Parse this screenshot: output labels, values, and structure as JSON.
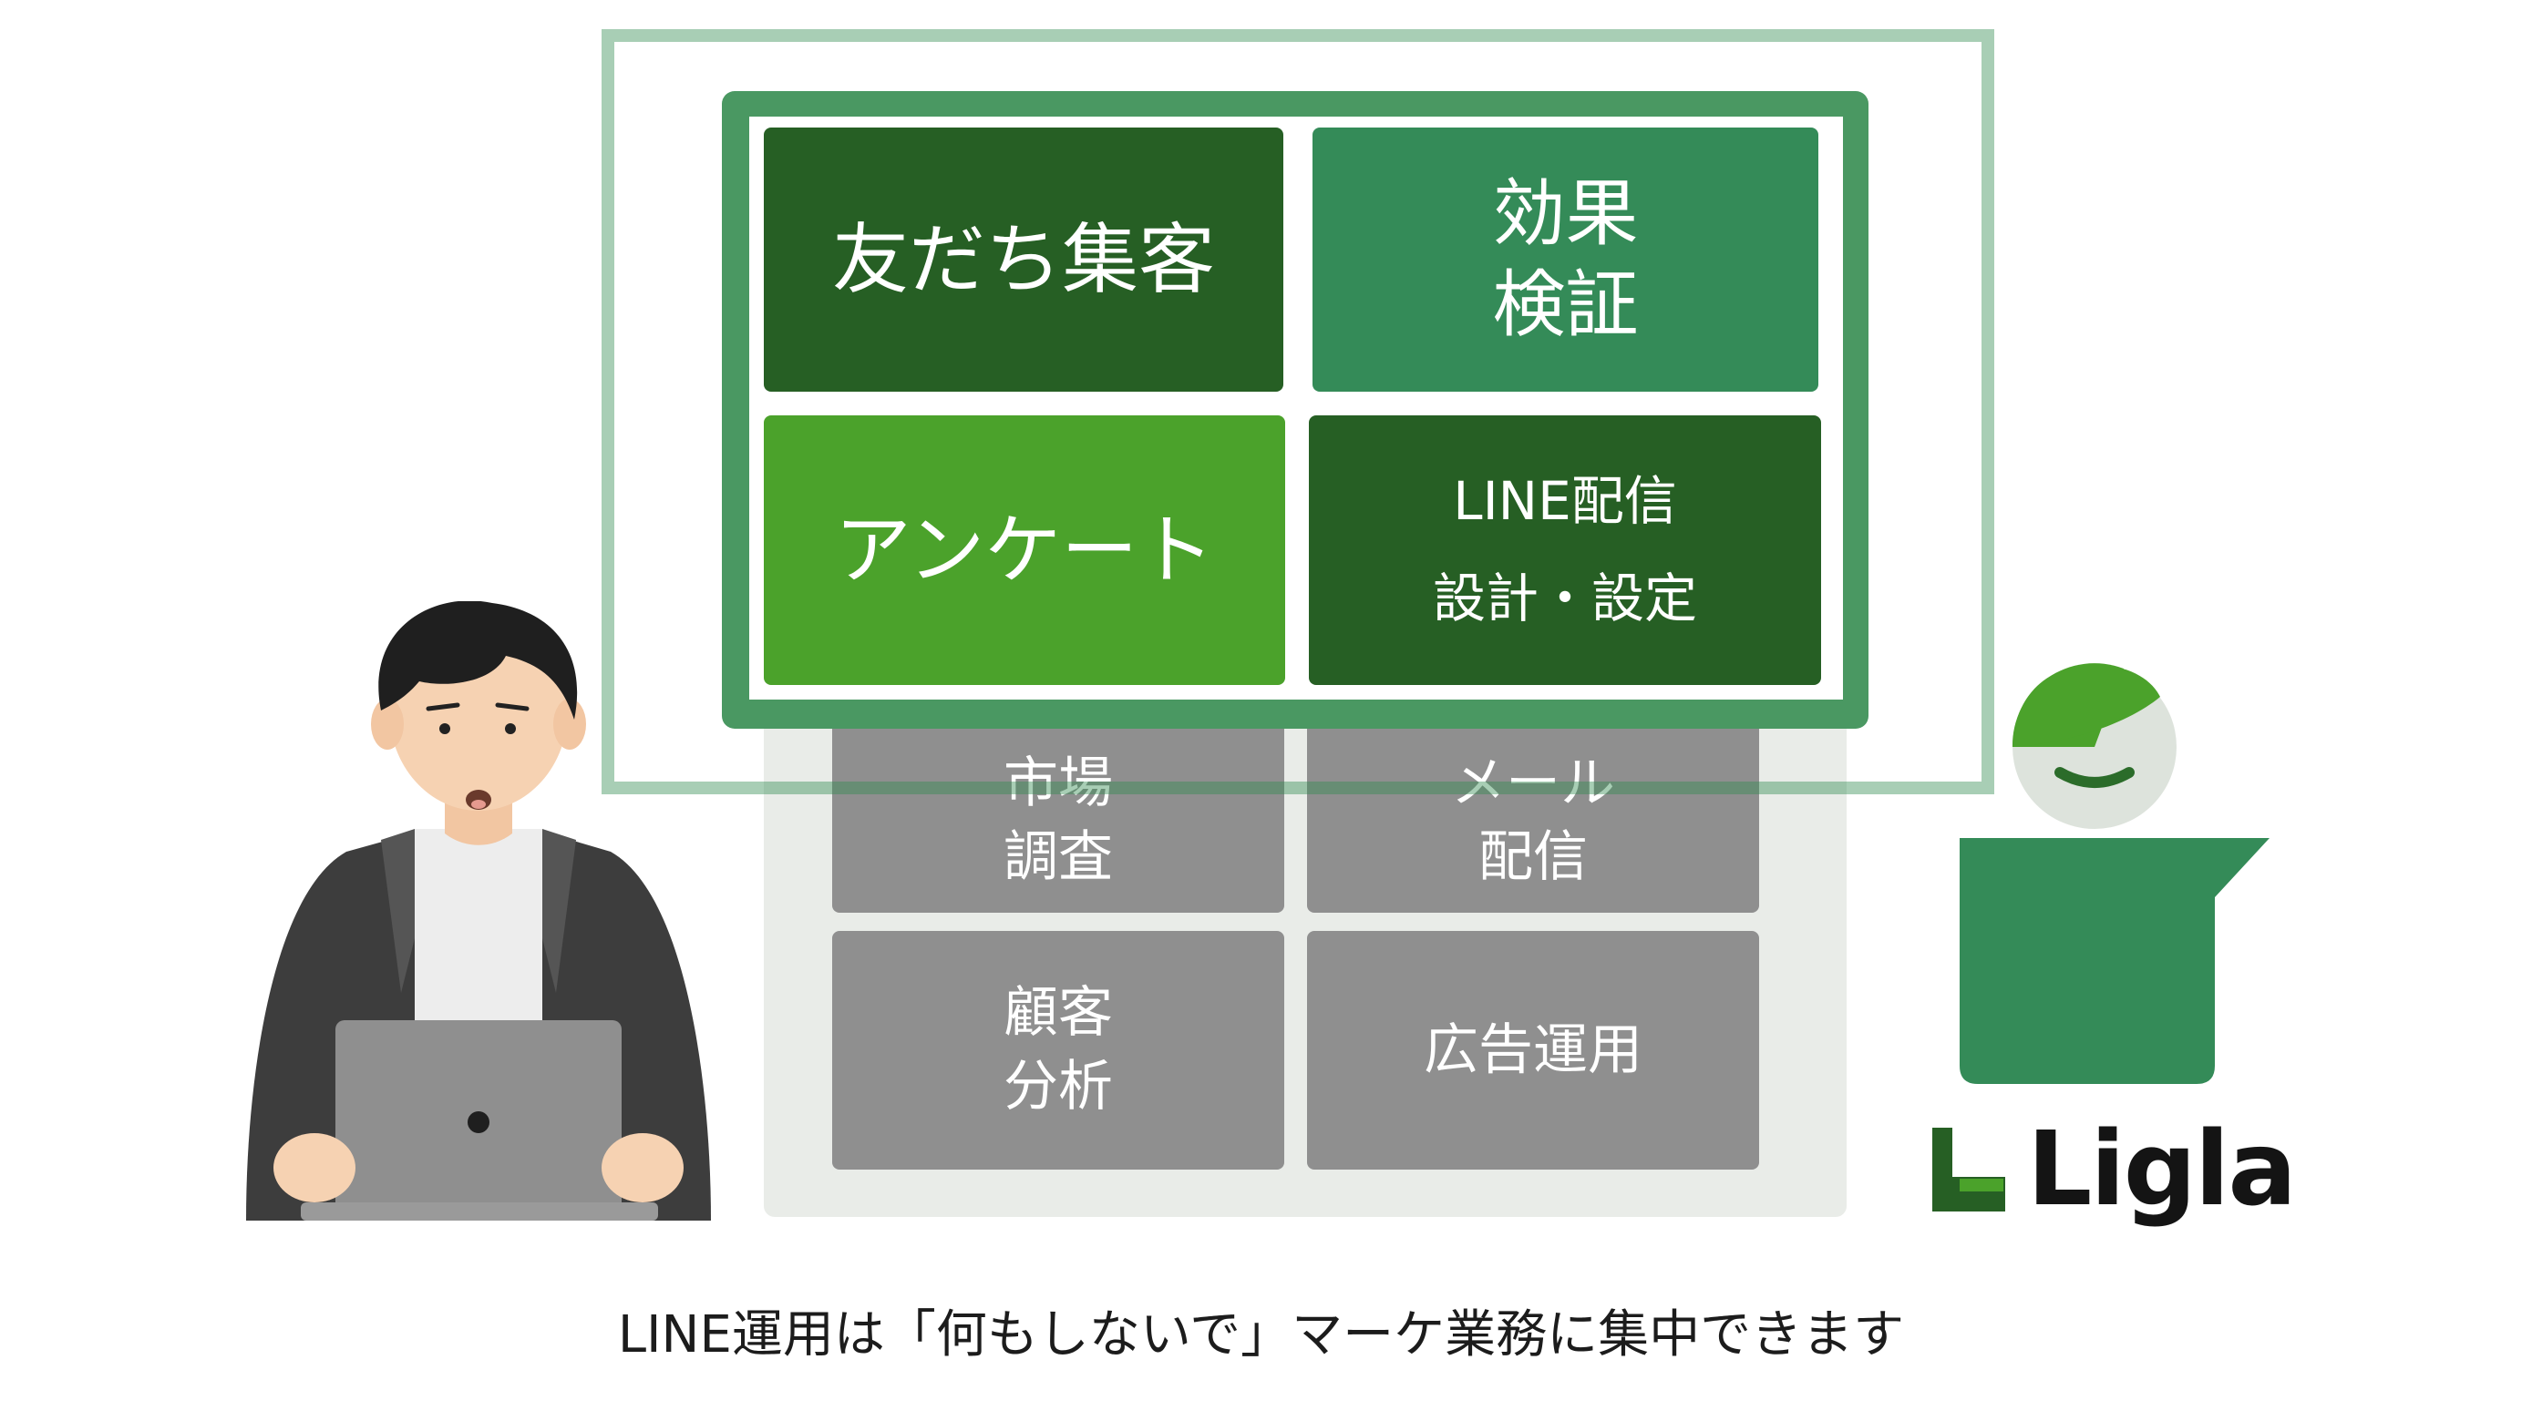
{
  "back_tiles": [
    {
      "lines": [
        "市場",
        "調査"
      ]
    },
    {
      "lines": [
        "メール",
        "配信"
      ]
    },
    {
      "lines": [
        "顧客",
        "分析"
      ]
    },
    {
      "lines": [
        "広告運用"
      ]
    }
  ],
  "front_tiles": [
    {
      "lines": [
        "友だち集客"
      ]
    },
    {
      "lines": [
        "効果",
        "検証"
      ]
    },
    {
      "lines": [
        "アンケート"
      ]
    },
    {
      "lines": [
        "LINE配信",
        "設計・設定"
      ]
    }
  ],
  "brand": {
    "name": "Ligla"
  },
  "caption": "LINE運用は「何もしないで」マーケ業務に集中できます",
  "colors": {
    "dark_green": "#265f24",
    "mid_green": "#348b58",
    "bright_green": "#4ba22b",
    "gray_tile": "#8f8f8f"
  }
}
